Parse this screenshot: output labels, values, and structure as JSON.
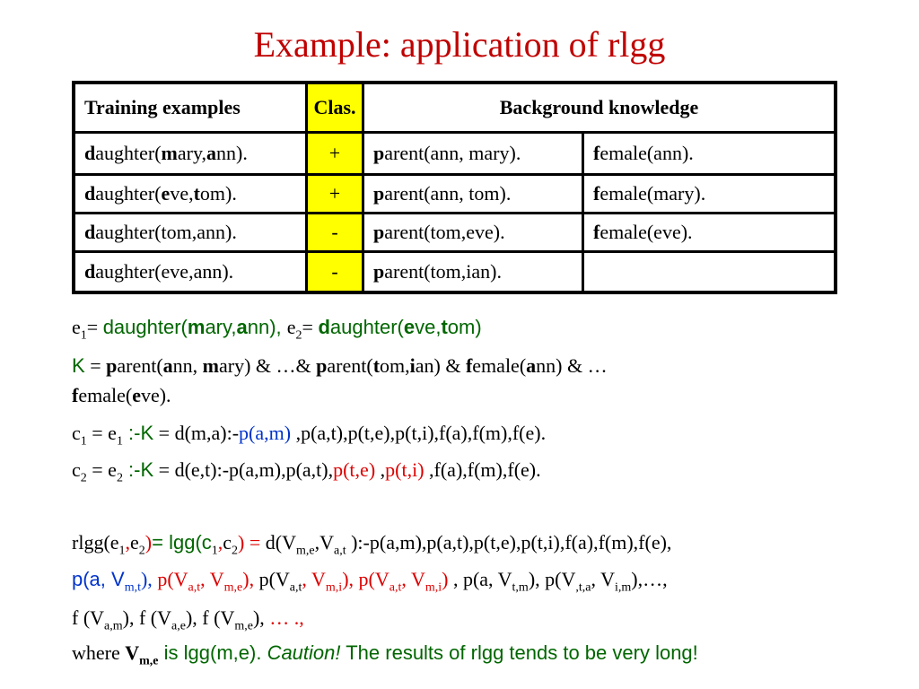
{
  "title": "Example: application of rlgg",
  "table": {
    "headers": {
      "training": "Training examples",
      "clas": "Clas.",
      "background": "Background knowledge"
    },
    "rows": [
      {
        "ex_b": "d",
        "ex_r": "aughter(",
        "ex_b2": "m",
        "ex_r2": "ary,",
        "ex_b3": "a",
        "ex_r3": "nn).",
        "clas": "+",
        "bg1_b": "p",
        "bg1_r": "arent(ann, mary).",
        "bg2_b": "f",
        "bg2_r": "emale(ann)."
      },
      {
        "ex_b": "d",
        "ex_r": "aughter(",
        "ex_b2": "e",
        "ex_r2": "ve,",
        "ex_b3": "t",
        "ex_r3": "om).",
        "clas": "+",
        "bg1_b": "p",
        "bg1_r": "arent(ann, tom).",
        "bg2_b": "f",
        "bg2_r": "emale(mary)."
      },
      {
        "ex_b": "d",
        "ex_r": "aughter(tom,ann).",
        "clas": "-",
        "bg1_b": "p",
        "bg1_r": "arent(tom,eve).",
        "bg2_b": "f",
        "bg2_r": "emale(eve)."
      },
      {
        "ex_b": "d",
        "ex_r": "aughter(eve,ann).",
        "clas": "-",
        "bg1_b": "p",
        "bg1_r": "arent(tom,ian).",
        "bg2_b": "",
        "bg2_r": ""
      }
    ]
  },
  "text": {
    "l1": {
      "e1": "e",
      "s1": "1",
      "eq1": "= ",
      "d1": "daughter(",
      "m": "m",
      "ary": "ary,",
      "a": "a",
      "nn": "nn), ",
      "e2": "e",
      "s2": "2",
      "eq2": "= ",
      "d": "d",
      "aughter": "aughter(",
      "ev": "e",
      "ve": "ve,",
      "t": "t",
      "om": "om)"
    },
    "l2": {
      "K": "K",
      "eq": " = ",
      "p1": "p",
      "arent1": "arent(",
      "a1": "a",
      "nn1": "nn, ",
      "m1": "m",
      "ary1": "ary) & …& ",
      "p2": "p",
      "arent2": "arent(",
      "t2": "t",
      "om2": "om,",
      "i2": "i",
      "an2": "an) & ",
      "f3": "f",
      "emale3": "emale(",
      "a3": "a",
      "nn3": "nn) & …"
    },
    "l3": {
      "f": "f",
      "emale": "emale(",
      "e": "e",
      "ve": "ve)."
    },
    "l4": {
      "c": "c",
      "s": "1",
      "eq": " = e",
      "se": "1",
      "k": " :-K",
      "eq2": " = d(m,a):-",
      "pam": "p(a,m)",
      "rest": " ,p(a,t),p(t,e),p(t,i),f(a),f(m),f(e)."
    },
    "l5": {
      "c": "c",
      "s": "2",
      "eq": " = e",
      "se": "2",
      "k": " :-K",
      "eq2": " = d(e,t):-p(a,m),p(a,t),",
      "pte": "p(t,e)",
      "sp": " ,",
      "pti": "p(t,i)",
      "rest": " ,f(a),f(m),f(e)."
    },
    "l6": {
      "rlgg": "rlgg(e",
      "s1": "1",
      "comma": ",",
      "e2": "e",
      "s2": "2",
      "close": ")",
      "eq": "= lgg(c",
      "cs1": "1",
      "cc": ",",
      "c2": "c",
      "cs2": "2",
      "cclose": ") = ",
      "d": "d(V",
      "sme": "m,e",
      "v": ",V",
      "sat": "a,t",
      "rest": " ):-p(a,m),p(a,t),p(t,e),p(t,i),f(a),f(m),f(e),"
    },
    "l7": {
      "pa": "p(a, V",
      "smt": "m,t",
      "pa_c": "),",
      "pv1": " p(V",
      "s1a": "a,t",
      "pv1b": ", V",
      "s1b": "m,e",
      "pv1c": "),",
      "pv2": " p(V",
      "s2a": "a,t",
      "pv2b": ", V",
      "s2b": "m,i",
      "pv2c": "),",
      "pv3": " p(V",
      "s3a": "a,t",
      "pv3b": ", V",
      "s3b": "m,i",
      "pv3c": ")",
      "pv4": " , p(a, V",
      "s4": "t,m",
      "pv4b": "), p(V",
      "s5a": ",t,a",
      "pv5b": ", V",
      "s5b": "i,m",
      "pv5c": "),…,"
    },
    "l8": {
      "f1": "f (V",
      "s1": "a,m",
      "f2": "), f (V",
      "s2": "a,e",
      "f3": "), f (V",
      "s3": "m,e",
      "f4": "), ",
      "dots": "… .,"
    },
    "l9": {
      "where": "where ",
      "V": "V",
      "sme": "m,e",
      "is": " is lgg(m,e). ",
      "caution": "Caution!",
      "rest": " The results of rlgg tends to be very long!"
    }
  }
}
